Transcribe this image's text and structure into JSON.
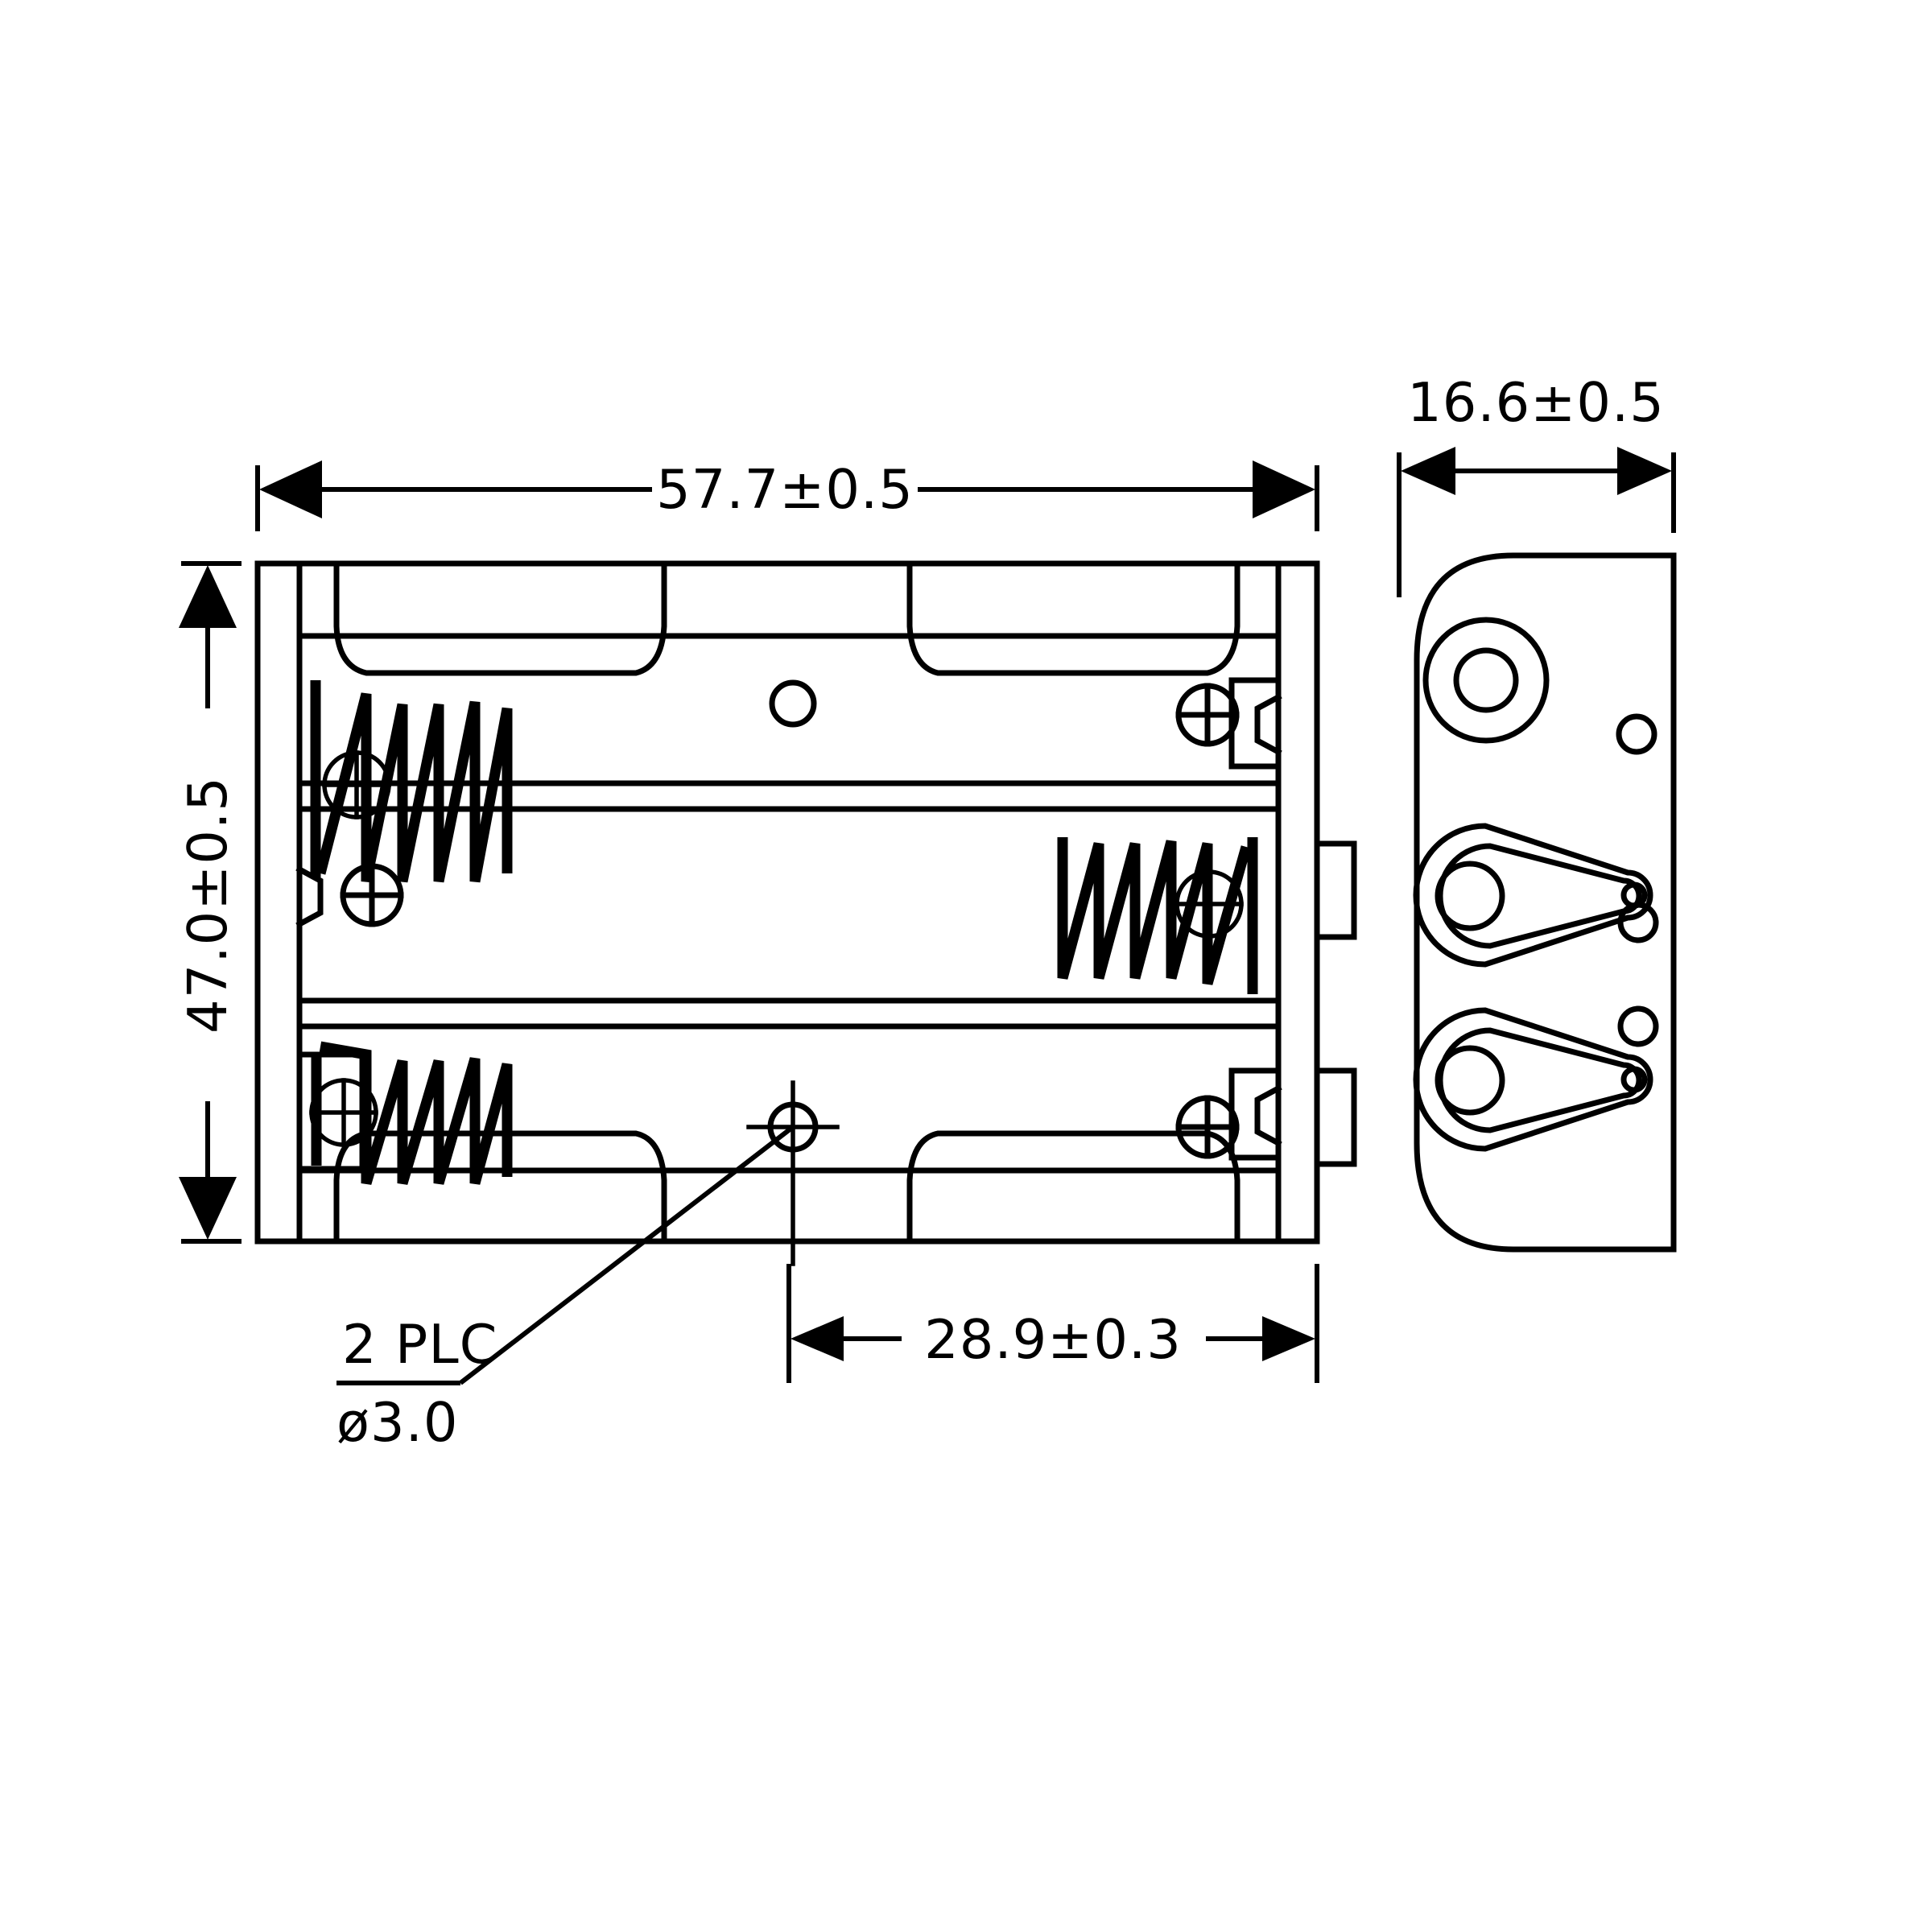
{
  "drawing": {
    "title": "3-cell AA battery holder dimensional drawing",
    "units": "mm",
    "line_color": "#000000",
    "background_color": "#ffffff",
    "dimensions": {
      "overall_length": {
        "label": "57.7±0.5",
        "nominal": 57.7,
        "tolerance": 0.5,
        "orientation": "horizontal",
        "position": "top"
      },
      "overall_height": {
        "label": "47.0±0.5",
        "nominal": 47.0,
        "tolerance": 0.5,
        "orientation": "vertical",
        "position": "left"
      },
      "overall_width": {
        "label": "16.6±0.5",
        "nominal": 16.6,
        "tolerance": 0.5,
        "orientation": "horizontal",
        "position": "top-right"
      },
      "hole_spacing": {
        "label": "28.9±0.3",
        "nominal": 28.9,
        "tolerance": 0.3,
        "orientation": "horizontal",
        "position": "bottom"
      }
    },
    "notes": {
      "hole_count": "2 PLC",
      "hole_diameter": "ø3.0"
    },
    "views": [
      {
        "name": "front-view",
        "cells": 3
      },
      {
        "name": "side-view",
        "features": 2
      }
    ]
  }
}
